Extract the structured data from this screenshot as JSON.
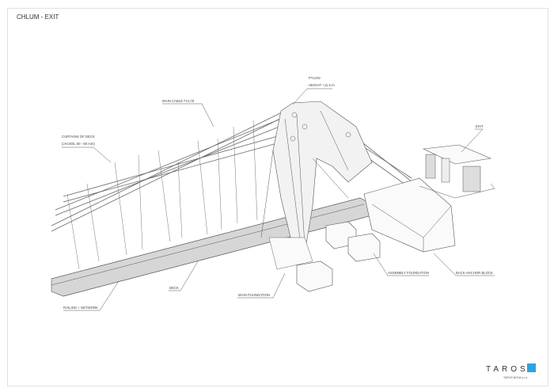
{
  "title": "CHLUM - EXIT",
  "labels": {
    "pylon": "PYLON",
    "pylon_height": "HEIGHT +11.5 m",
    "main_cable": "MAIN CABLE FCL75",
    "curtains": "CURTAINS OF DECK",
    "curtains_spec": "(JACKEL 60 - 80 mm)",
    "exit": "EXIT",
    "assembly_foundation": "ASSEMBLY FOUNDATION",
    "back_anchor_block": "BACK ANCHOR BLOCK",
    "deck": "DECK",
    "main_foundation": "MAIN FOUNDATION",
    "railing": "RAILING + NETWORK"
  },
  "logo": {
    "name": "TAROS",
    "company": "TAROS NOVA s.r.o.",
    "accent": "#2ea3e0"
  }
}
